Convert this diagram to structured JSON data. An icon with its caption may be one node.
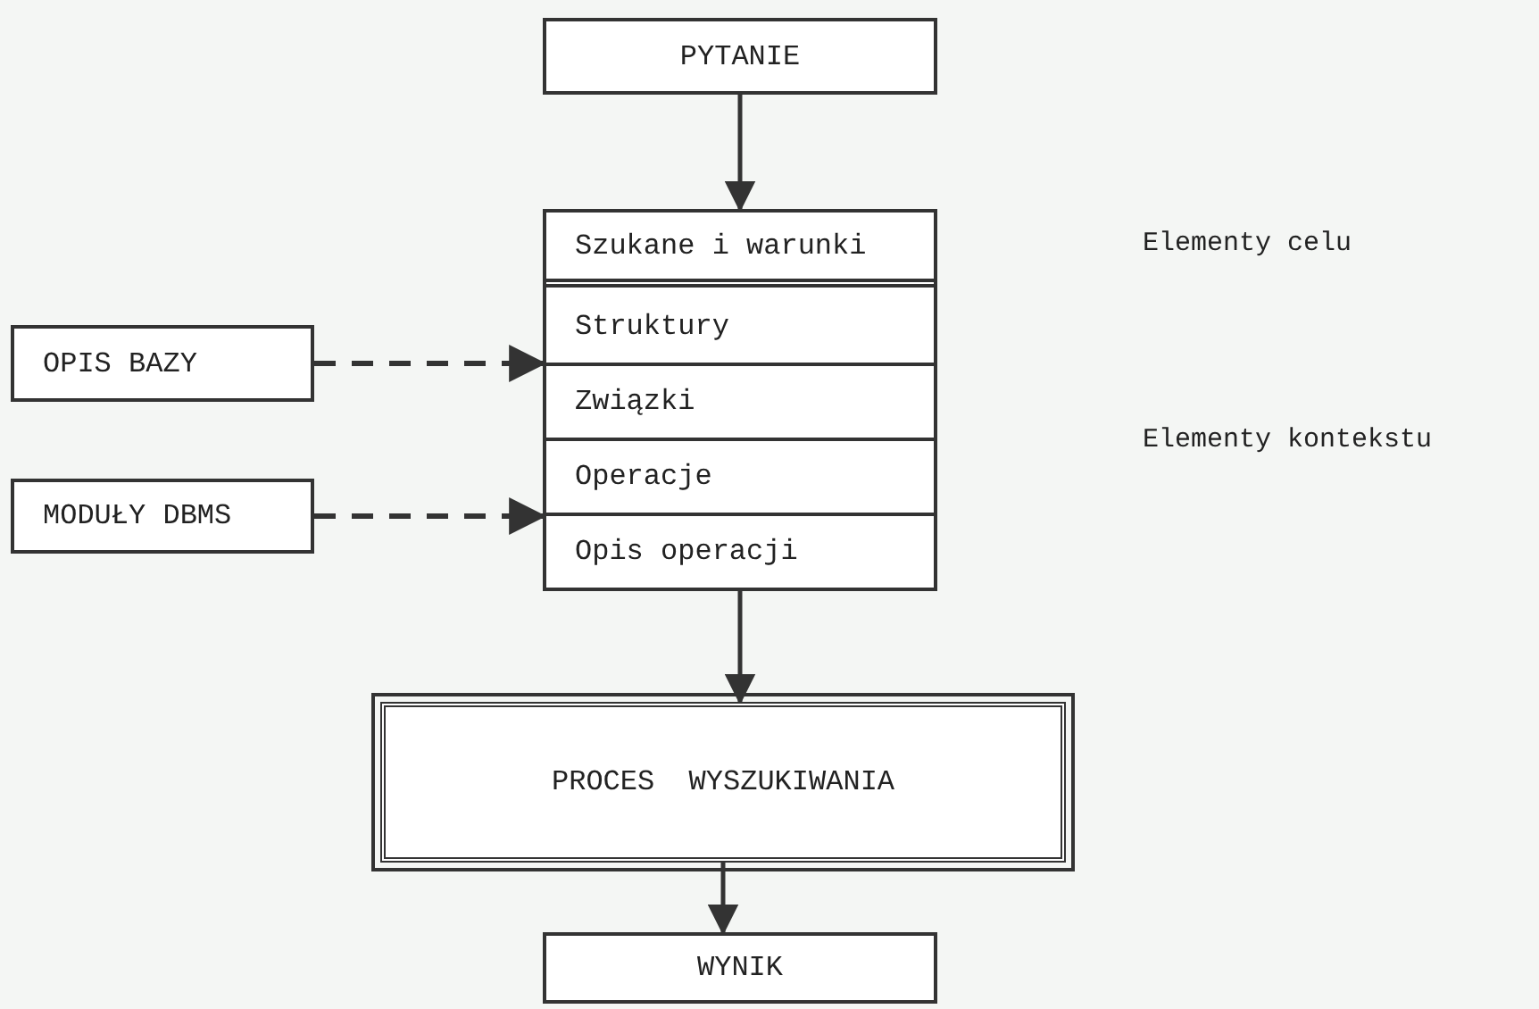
{
  "diagram": {
    "nodes": [
      {
        "text": [
          "PYTANIE"
        ]
      },
      {
        "text": [],
        "shape": "box"
      },
      {
        "text": [
          "Szukane i warunki"
        ],
        "in": 1
      },
      {
        "text": [
          "Struktury"
        ],
        "in": 1
      },
      {
        "text": [
          "Związki"
        ],
        "in": 1
      },
      {
        "text": [
          "Operacje"
        ],
        "in": 1
      },
      {
        "text": [
          "Opis operacji"
        ],
        "in": 1
      },
      {
        "text": [
          "OPIS BAZY"
        ]
      },
      {
        "text": [
          "MODUŁY DBMS"
        ]
      },
      {
        "text": [
          "PROCES  WYSZUKIWANIA"
        ]
      },
      {
        "text": [
          "WYNIK"
        ]
      }
    ],
    "edges": [
      {
        "from": 0,
        "to": 1,
        "arrow": "to"
      },
      {
        "from": 7,
        "to": 1,
        "arrow": "to",
        "style": "dashed"
      },
      {
        "from": 8,
        "to": 1,
        "arrow": "to",
        "style": "dashed"
      },
      {
        "from": 1,
        "to": 9,
        "arrow": "to"
      },
      {
        "from": 9,
        "to": 10,
        "arrow": "to"
      }
    ],
    "labels": [
      "Elementy celu",
      "Elementy kontekstu"
    ]
  }
}
